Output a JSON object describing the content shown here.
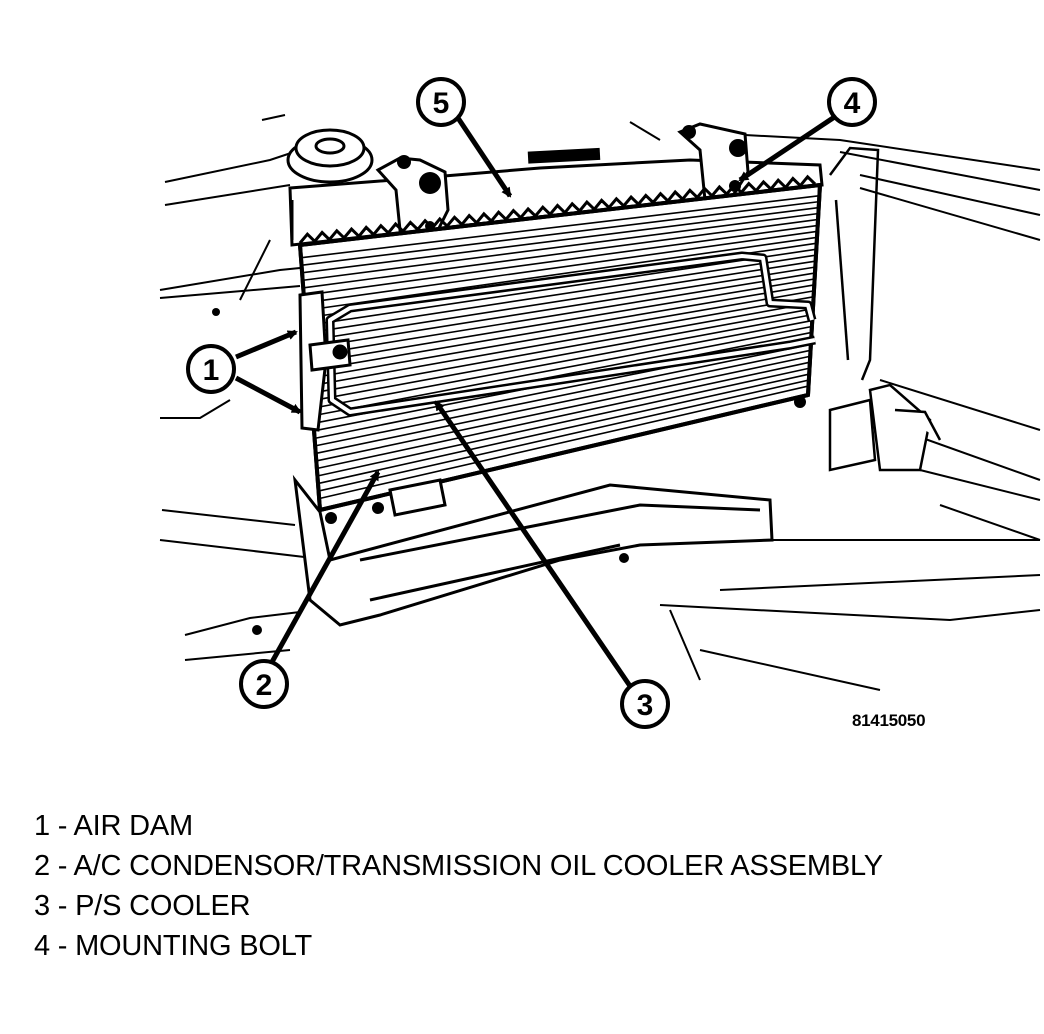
{
  "figure": {
    "figure_id": "81415050",
    "callouts": [
      {
        "number": "1"
      },
      {
        "number": "2"
      },
      {
        "number": "3"
      },
      {
        "number": "4"
      },
      {
        "number": "5"
      }
    ]
  },
  "legend": {
    "items": [
      {
        "text": "1 - AIR DAM"
      },
      {
        "text": "2 - A/C CONDENSOR/TRANSMISSION OIL COOLER ASSEMBLY"
      },
      {
        "text": "3 - P/S COOLER"
      },
      {
        "text": "4 - MOUNTING BOLT"
      }
    ]
  }
}
